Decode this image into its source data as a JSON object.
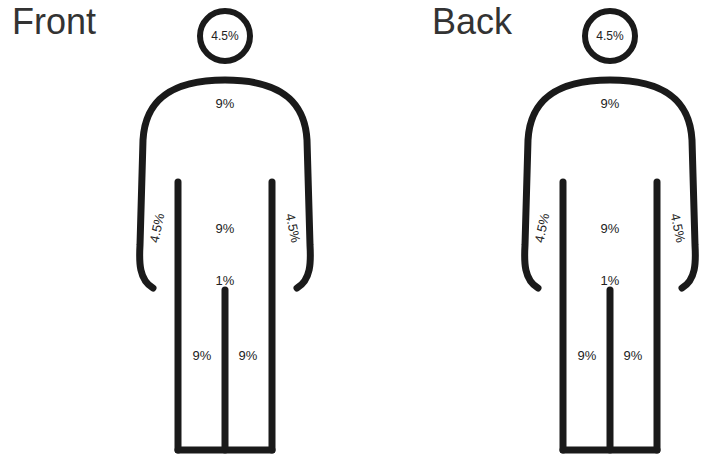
{
  "diagram": {
    "nodes": [
      {
        "text": [
          "4.5%"
        ]
      },
      {
        "text": [
          "4.5%"
        ]
      }
    ],
    "labels": [
      "Front",
      "9%",
      "4.5%",
      "9%",
      "4.5%",
      "1%",
      "9%",
      "9%",
      "Back",
      "9%",
      "4.5%",
      "9%",
      "4.5%",
      "1%",
      "9%",
      "9%"
    ]
  }
}
